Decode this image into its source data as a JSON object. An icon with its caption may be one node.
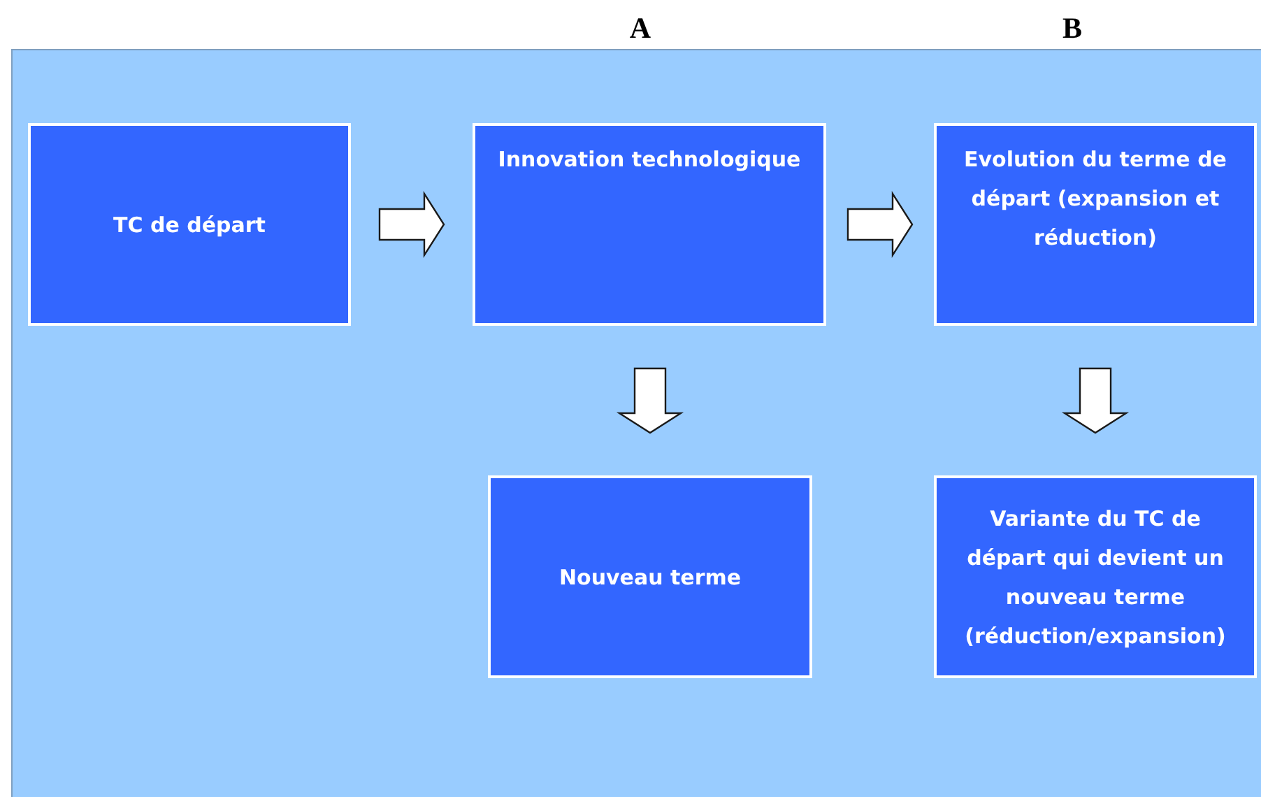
{
  "diagram": {
    "nodes": [
      {
        "text": [
          "TC de départ"
        ]
      },
      {
        "text": [
          "Innovation technologique"
        ]
      },
      {
        "text": [
          "Evolution du terme de départ (expansion et réduction)"
        ]
      },
      {
        "text": [
          "Nouveau terme"
        ]
      },
      {
        "text": [
          "Variante du TC de départ qui devient un nouveau terme (réduction/expansion)"
        ]
      }
    ],
    "edges": [
      {
        "from": 0,
        "to": 1,
        "arrow": "to"
      },
      {
        "from": 1,
        "to": 2,
        "arrow": "to"
      },
      {
        "from": 1,
        "to": 3,
        "arrow": "to"
      },
      {
        "from": 2,
        "to": 4,
        "arrow": "to"
      }
    ],
    "labels": [
      "A",
      "B"
    ]
  }
}
